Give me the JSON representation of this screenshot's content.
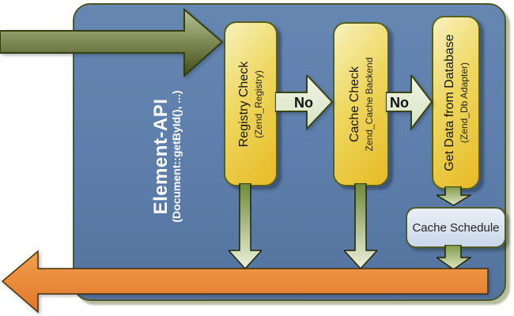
{
  "diagram": {
    "panel": {
      "title": "Element-API",
      "subtitle": "(Document::getById(), ...)"
    },
    "nodes": [
      {
        "id": "registry-check",
        "label": "Registry Check",
        "sublabel": "(Zend_Registry)"
      },
      {
        "id": "cache-check",
        "label": "Cache Check",
        "sublabel": "Zend_Cache Backend"
      },
      {
        "id": "get-data-from-database",
        "label": "Get Data from Database",
        "sublabel": "(Zend_Db Adapter)"
      }
    ],
    "cache_schedule": {
      "label": "Cache Schedule"
    },
    "edges": {
      "no1": {
        "label": "No"
      },
      "no2": {
        "label": "No"
      }
    }
  },
  "colors": {
    "panel_fill_top": "#6787b3",
    "panel_fill_bottom": "#54749f",
    "panel_border": "#4a5628",
    "node_fill_light": "#f8f1bd",
    "node_fill_gold": "#e7ba25",
    "node_border": "#55601f",
    "input_arrow_top": "#b7c492",
    "input_arrow_bottom": "#414c16",
    "no_arrow_fill_top": "#f0f4e4",
    "no_arrow_fill_bottom": "#d9e3c4",
    "down_arrow_top": "#6e8939",
    "down_arrow_bottom": "#eef1dc",
    "schedule_fill_top": "#eaf0f8",
    "schedule_fill_bottom": "#c9d7e9",
    "return_arrow_top": "#f2a04b",
    "return_arrow_bottom": "#e0762a",
    "title_text": "#ffffff",
    "node_text": "#161616"
  }
}
